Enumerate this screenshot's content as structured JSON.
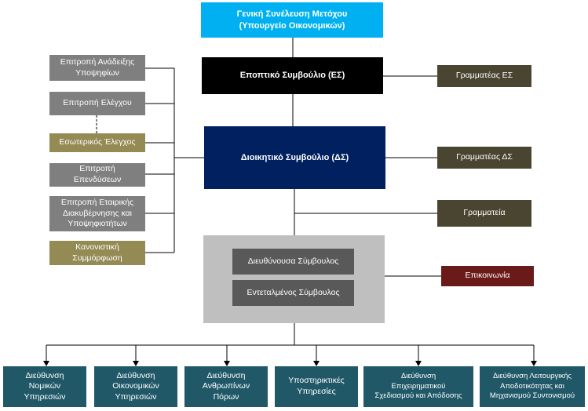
{
  "top": {
    "general_assembly": "Γενική Συνέλευση Μετόχου\n(Υπουργείο Οικονομικών)",
    "supervisory_board": "Εποπτικό Συμβούλιο (ΕΣ)",
    "board_of_directors": "Διοικητικό Συμβούλιο (ΔΣ)"
  },
  "committees": {
    "nomination": "Επιτροπή Ανάδειξης\nΥποψηφίων",
    "audit": "Επιτροπή Ελέγχου",
    "internal_audit": "Εσωτερικός Έλεγχος",
    "investment": "Επιτροπή\nΕπενδύσεων",
    "governance": "Επιτροπή Εταιρικής\nΔιακυβέρνησης και\nΥποψηφιοτήτων",
    "compliance": "Κανονιστική\nΣυμμόρφωση"
  },
  "right": {
    "secretary_es": "Γραμματέας ΕΣ",
    "secretary_ds": "Γραμματέας ΔΣ",
    "secretariat": "Γραμματεία",
    "communication": "Επικοινωνία"
  },
  "executive": {
    "ceo": "Διευθύνουσα Σύμβουλος",
    "deputy": "Εντεταλμένος Σύμβουλος"
  },
  "divisions": [
    "Διεύθυνση\nΝομικών\nΥπηρεσιών",
    "Διεύθυνση\nΟικονομικών\nΥπηρεσιών",
    "Διεύθυνση\nΑνθρωπίνων\nΠόρων",
    "Υποστηρικτικές\nΥπηρεσίες",
    "Διεύθυνση\nΕπιχειρηματικού\nΣχεδιασμού και Απόδοσης",
    "Διεύθυνση Λειτουργικής\nΑποδοτικότητας και\nΜηχανισμού Συντονισμού"
  ],
  "colors": {
    "general_assembly": "#00b0f0",
    "supervisory_board": "#000000",
    "board_of_directors": "#002060",
    "committee_grey": "#7f7f7f",
    "committee_olive": "#948a54",
    "secretary": "#4a4530",
    "communication": "#6b1a1a",
    "executive_panel": "#bfbfbf",
    "executive_box": "#595959",
    "division": "#215868"
  }
}
